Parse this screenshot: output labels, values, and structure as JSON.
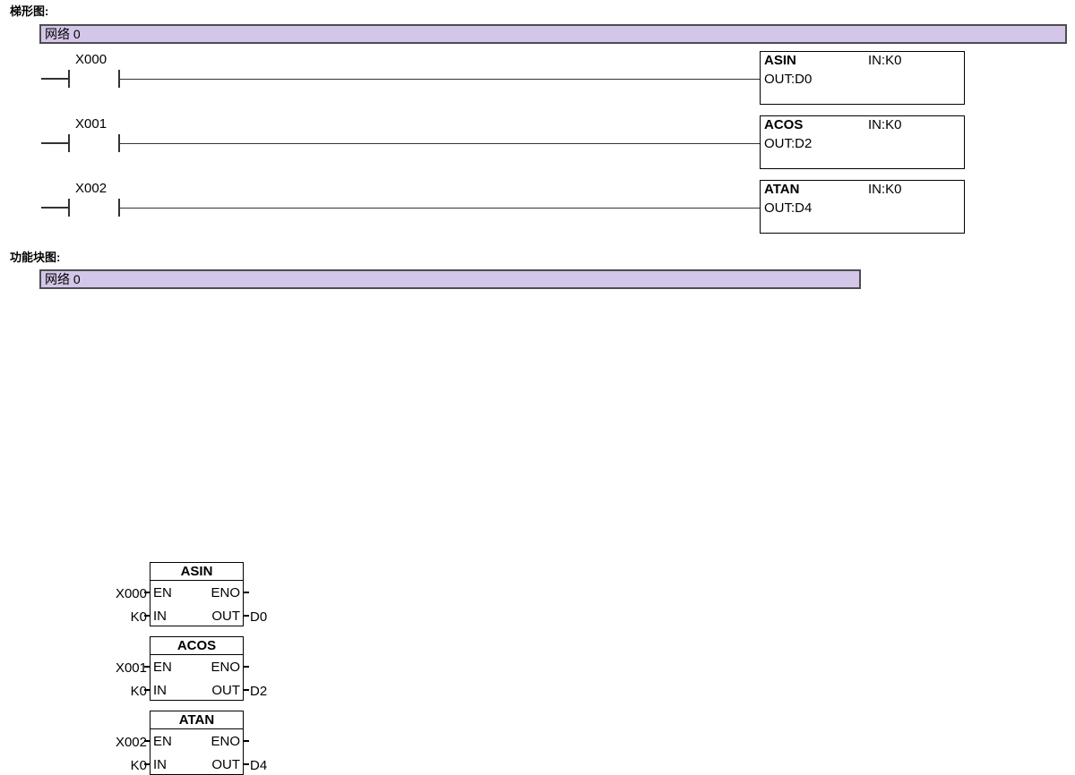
{
  "headings": {
    "ladder": "梯形图:",
    "fbd": "功能块图:"
  },
  "colors": {
    "network_bar_fill": "#d4c6e8",
    "network_bar_border": "#4d4d52",
    "wire": "#333333",
    "box_border": "#000000",
    "text": "#000000"
  },
  "ladder": {
    "network": {
      "label": "网络 0"
    },
    "rungs": [
      {
        "contact": {
          "operand": "X000",
          "type": "normally-open-contact"
        },
        "box": {
          "name": "ASIN",
          "in": "IN:K0",
          "out": "OUT:D0"
        }
      },
      {
        "contact": {
          "operand": "X001",
          "type": "normally-open-contact"
        },
        "box": {
          "name": "ACOS",
          "in": "IN:K0",
          "out": "OUT:D2"
        }
      },
      {
        "contact": {
          "operand": "X002",
          "type": "normally-open-contact"
        },
        "box": {
          "name": "ATAN",
          "in": "IN:K0",
          "out": "OUT:D4"
        }
      }
    ]
  },
  "fbd": {
    "network": {
      "label": "网络 0"
    },
    "blocks": [
      {
        "title": "ASIN",
        "pins": {
          "en_label": "EN",
          "eno_label": "ENO",
          "in_label": "IN",
          "out_label": "OUT"
        },
        "operands": {
          "en": "X000",
          "in": "K0",
          "eno": "",
          "out": "D0"
        }
      },
      {
        "title": "ACOS",
        "pins": {
          "en_label": "EN",
          "eno_label": "ENO",
          "in_label": "IN",
          "out_label": "OUT"
        },
        "operands": {
          "en": "X001",
          "in": "K0",
          "eno": "",
          "out": "D2"
        }
      },
      {
        "title": "ATAN",
        "pins": {
          "en_label": "EN",
          "eno_label": "ENO",
          "in_label": "IN",
          "out_label": "OUT"
        },
        "operands": {
          "en": "X002",
          "in": "K0",
          "eno": "",
          "out": "D4"
        }
      }
    ]
  }
}
